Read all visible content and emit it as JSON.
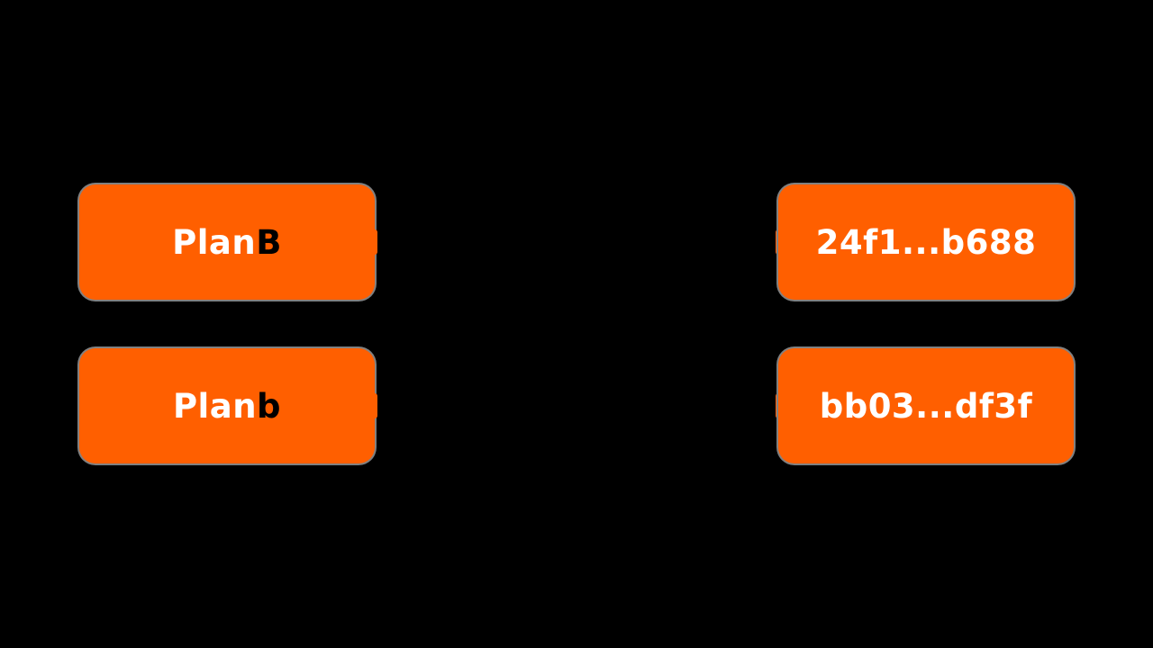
{
  "colors": {
    "background": "#000000",
    "box_fill": "#ff5f00",
    "box_outline": "#808080",
    "text": "#ffffff",
    "highlight_text": "#000000"
  },
  "inputs": [
    {
      "prefix": "Plan",
      "changed_char": "B"
    },
    {
      "prefix": "Plan",
      "changed_char": "b"
    }
  ],
  "outputs": [
    {
      "hash": "24f1...b688"
    },
    {
      "hash": "bb03...df3f"
    }
  ]
}
